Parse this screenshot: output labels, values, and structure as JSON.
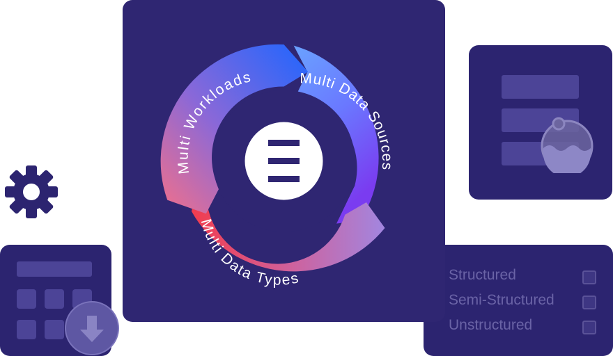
{
  "cycle": {
    "segments": [
      {
        "label": "Multi Workloads"
      },
      {
        "label": "Multi Data Sources"
      },
      {
        "label": "Multi Data Types"
      }
    ],
    "center_icon": "three-line-logo-icon"
  },
  "options": [
    {
      "label": "Structured"
    },
    {
      "label": "Semi-Structured"
    },
    {
      "label": "Unstructured"
    }
  ],
  "icons": {
    "gear": "gear-icon",
    "download": "download-icon",
    "lake": "data-lake-icon"
  },
  "colors": {
    "panel": "#2f2672",
    "accent_blue": "#2f6bff",
    "accent_red": "#f2455a",
    "accent_purple": "#7a5cf0"
  }
}
